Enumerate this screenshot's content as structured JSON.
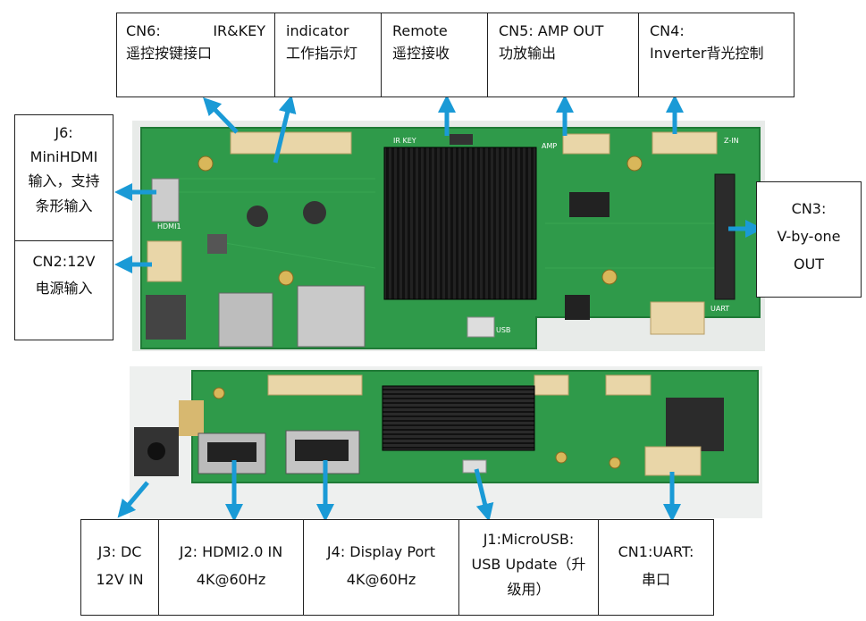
{
  "labels": {
    "cn6": {
      "title_a": "CN6:",
      "title_b": "IR&KEY",
      "desc": "遥控按键接口"
    },
    "indicator": {
      "title": "indicator",
      "desc": "工作指示灯"
    },
    "remote": {
      "title": "Remote",
      "desc": "遥控接收"
    },
    "cn5": {
      "title": "CN5: AMP OUT",
      "desc": "功放输出"
    },
    "cn4": {
      "title": "CN4:",
      "desc": "Inverter背光控制"
    },
    "j6": {
      "line1": "J6:",
      "line2": "MiniHDMI",
      "line3": "输入，支持",
      "line4": "条形输入"
    },
    "cn2": {
      "title": "CN2:12V",
      "desc": "电源输入"
    },
    "cn3": {
      "line1": "CN3:",
      "line2": "V-by-one",
      "line3": "OUT"
    },
    "j3": {
      "line1": "J3: DC",
      "line2": "12V IN"
    },
    "j2": {
      "line1": "J2: HDMI2.0 IN",
      "line2": "4K@60Hz"
    },
    "j4": {
      "line1": "J4: Display Port",
      "line2": "4K@60Hz"
    },
    "j1": {
      "line1": "J1:MicroUSB:",
      "line2": "USB Update（升",
      "line3": "级用）"
    },
    "cn1": {
      "line1": "CN1:UART:",
      "line2": "串口"
    }
  },
  "board_silkscreen": {
    "hdmi1": "HDMI1",
    "usb": "USB",
    "uart": "UART",
    "amp": "AMP",
    "key": "IR KEY",
    "lvds": "Z-IN"
  },
  "colors": {
    "pcb": "#2f9a4a",
    "pcb_dark": "#1f7a36",
    "arrow": "#1a9ad6",
    "heatsink": "#1c1c1c",
    "connector": "#e9d6a8"
  }
}
